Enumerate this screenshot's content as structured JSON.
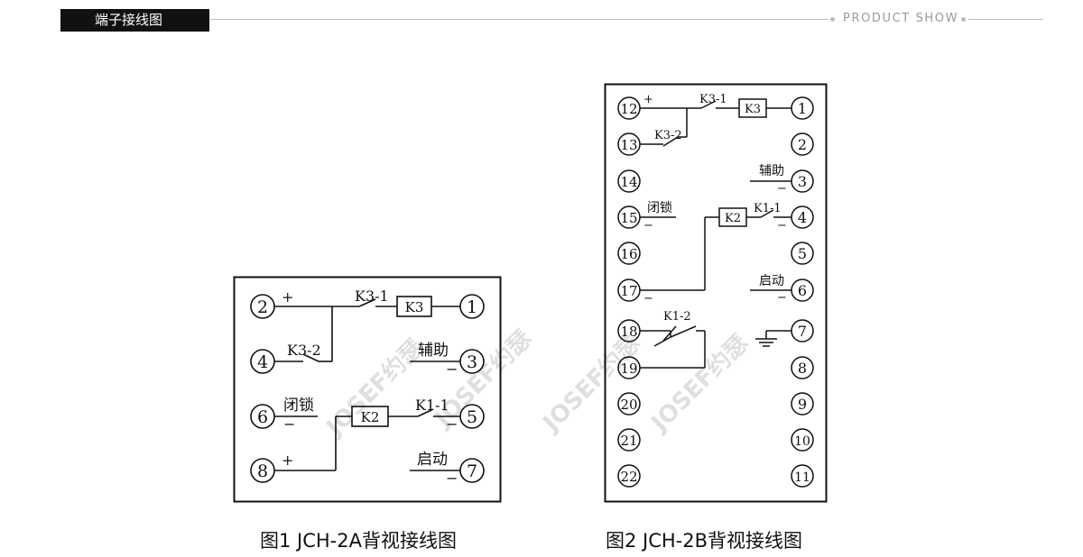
{
  "header": {
    "title": "端子接线图",
    "caption": "PRODUCT SHOW"
  },
  "watermark": "JOSEF约瑟",
  "figure1": {
    "caption": "图1 JCH-2A背视接线图",
    "terminals": [
      "1",
      "2",
      "3",
      "4",
      "5",
      "6",
      "7",
      "8"
    ],
    "labels": {
      "k3_contact": "K3-1",
      "k3_coil": "K3",
      "k3_contact2": "K3-2",
      "aux": "辅助",
      "lock": "闭锁",
      "k2_coil": "K2",
      "k1_contact": "K1-1",
      "start": "启动",
      "plus": "+",
      "minus": "−"
    }
  },
  "figure2": {
    "caption": "图2 JCH-2B背视接线图",
    "terminals": [
      "1",
      "2",
      "3",
      "4",
      "5",
      "6",
      "7",
      "8",
      "9",
      "10",
      "11",
      "12",
      "13",
      "14",
      "15",
      "16",
      "17",
      "18",
      "19",
      "20",
      "21",
      "22"
    ],
    "labels": {
      "k3_contact": "K3-1",
      "k3_coil": "K3",
      "k3_contact2": "K3-2",
      "aux": "辅助",
      "lock": "闭锁",
      "k2_coil": "K2",
      "k1_contact": "K1-1",
      "start": "启动",
      "k1_contact2": "K1-2",
      "plus": "+",
      "minus": "−"
    }
  }
}
